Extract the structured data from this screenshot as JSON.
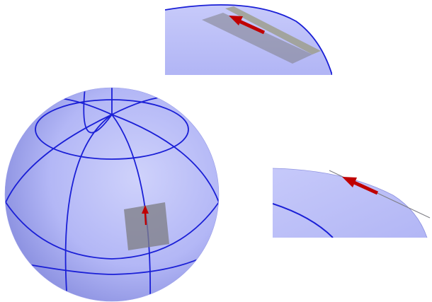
{
  "colors": {
    "sphere_fill": "#b3b7f6",
    "sphere_shadow": "#7c82d8",
    "grid_line": "#1a1fd6",
    "tangent_plane": "#7f7f86",
    "tangent_plane_light": "#9e9f8e",
    "vector_arrow": "#c00000",
    "background": "#ffffff"
  },
  "views": [
    {
      "name": "sphere-main-view",
      "shows": "sphere-with-tangent-plane-and-vector"
    },
    {
      "name": "zoom-top-view",
      "shows": "tangent-plane-edge-on-close-up"
    },
    {
      "name": "zoom-side-view",
      "shows": "tangent-line-close-up"
    }
  ]
}
